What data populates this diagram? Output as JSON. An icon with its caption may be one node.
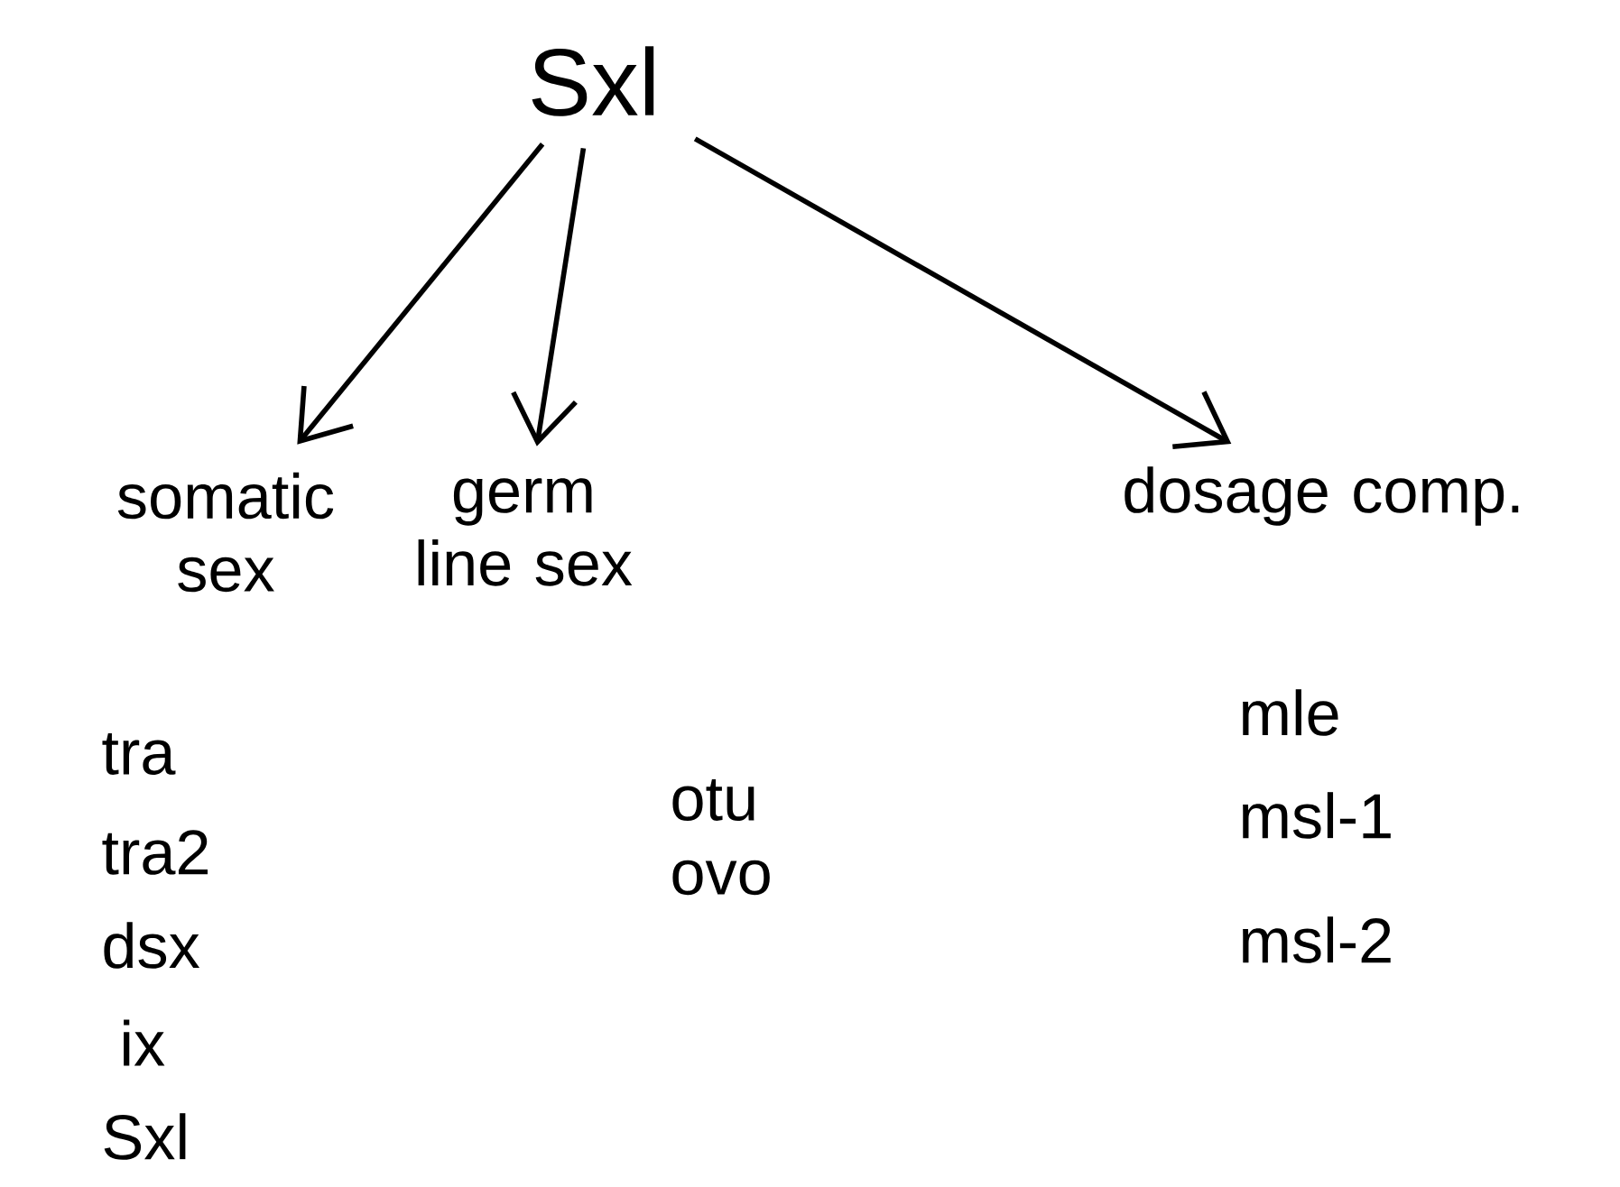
{
  "diagram": {
    "nodes": [
      {
        "text": [
          "Sxl"
        ]
      },
      {
        "text": [
          "somatic sex"
        ]
      },
      {
        "text": [
          "germ line sex"
        ]
      },
      {
        "text": [
          "dosage comp."
        ]
      }
    ],
    "edges": [
      {
        "from": 0,
        "to": 1,
        "arrow": "to"
      },
      {
        "from": 0,
        "to": 2,
        "arrow": "to"
      },
      {
        "from": 0,
        "to": 3,
        "arrow": "to"
      }
    ],
    "labels": [
      "tra",
      "tra2",
      "dsx",
      "ix",
      "Sxl",
      "otu",
      "ovo",
      "mle",
      "msl-1",
      "msl-2"
    ]
  }
}
